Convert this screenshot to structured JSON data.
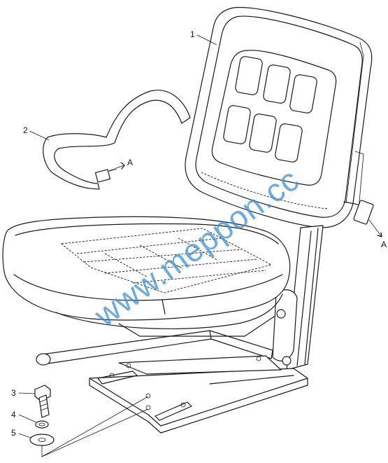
{
  "callouts": [
    {
      "id": "1",
      "label": "1"
    },
    {
      "id": "2",
      "label": "2"
    },
    {
      "id": "3",
      "label": "3"
    },
    {
      "id": "4",
      "label": "4"
    },
    {
      "id": "5",
      "label": "5"
    }
  ],
  "view_refs": {
    "belt": "A",
    "mount": "A"
  },
  "watermark": "www.meppon.cc"
}
